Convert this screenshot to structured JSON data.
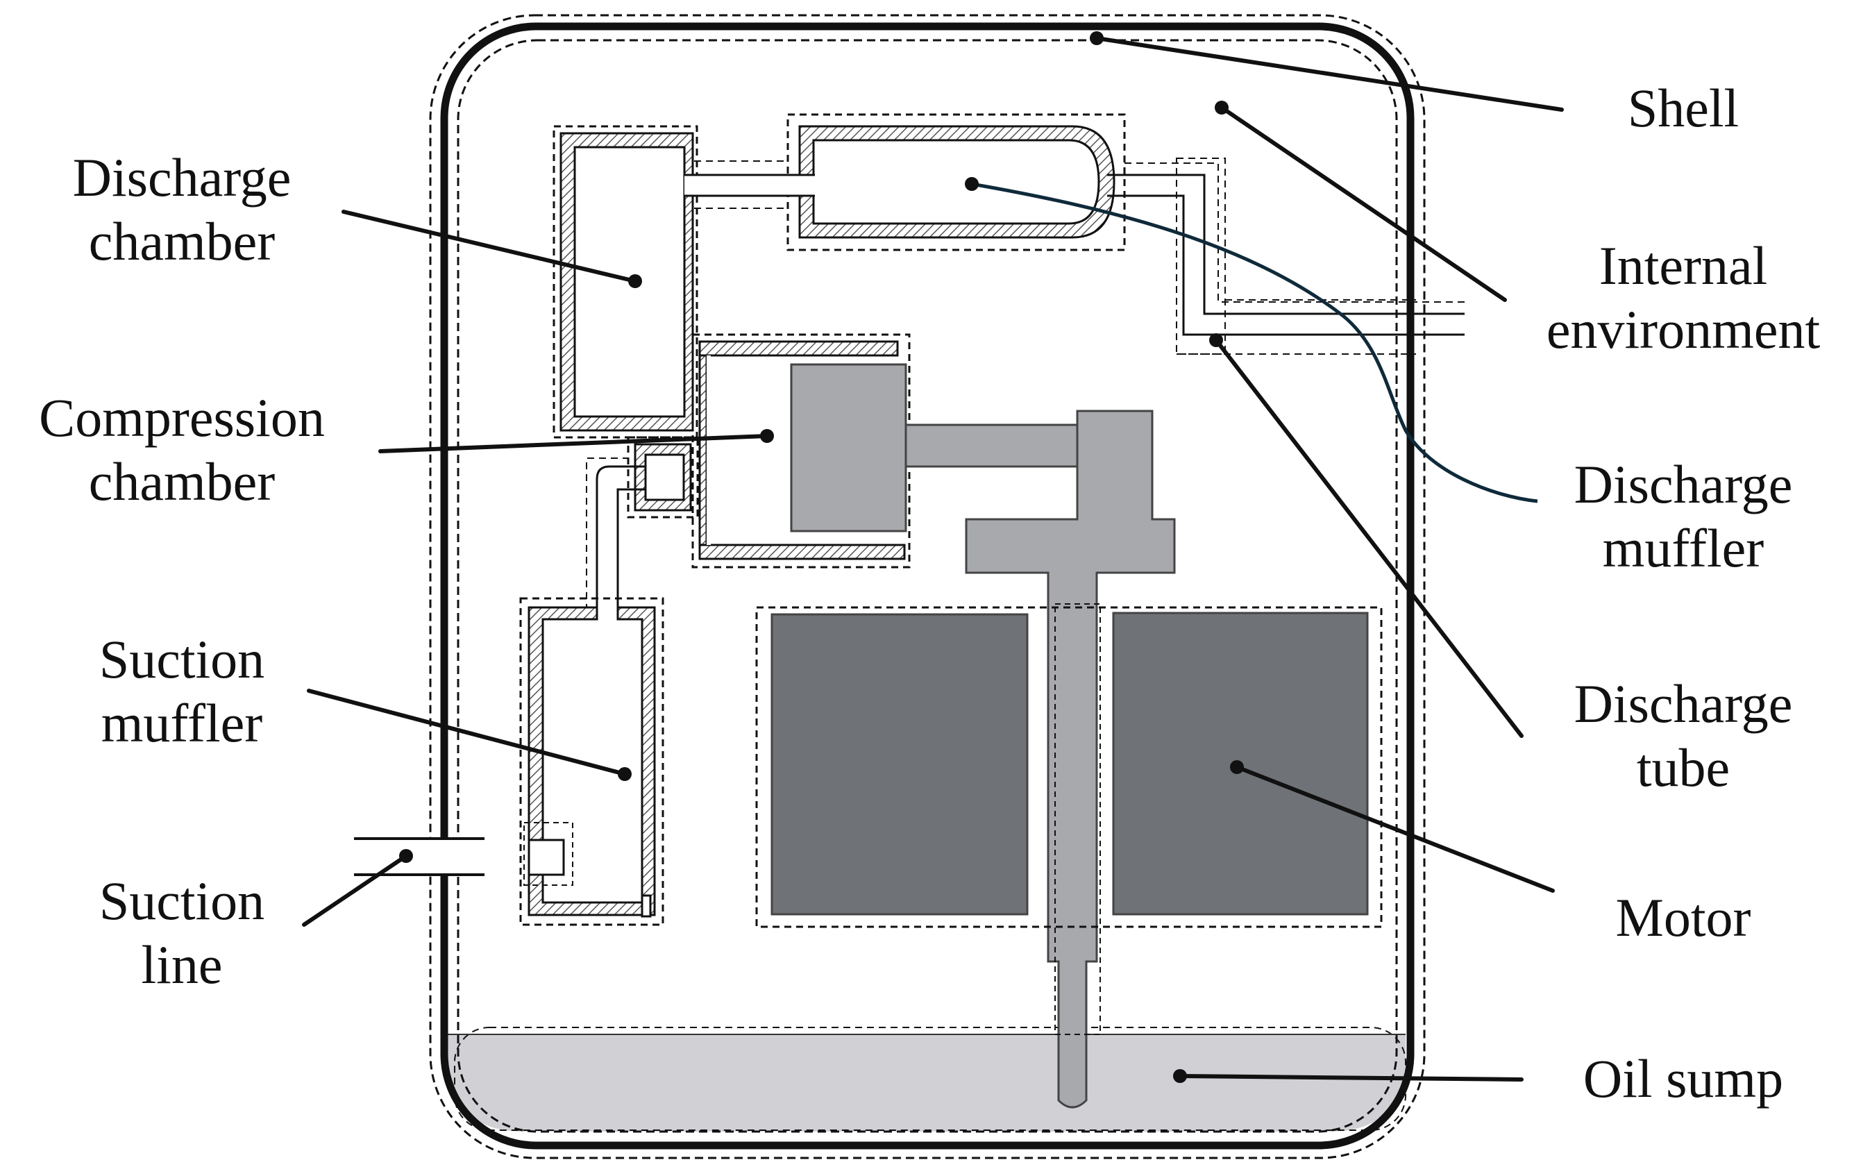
{
  "labels": {
    "discharge_chamber": [
      "Discharge",
      "chamber"
    ],
    "compression_chamber": [
      "Compression",
      "chamber"
    ],
    "suction_muffler": [
      "Suction",
      "muffler"
    ],
    "suction_line": [
      "Suction",
      "line"
    ],
    "shell": [
      "Shell"
    ],
    "internal_environment": [
      "Internal",
      "environment"
    ],
    "discharge_muffler": [
      "Discharge",
      "muffler"
    ],
    "discharge_tube": [
      "Discharge",
      "tube"
    ],
    "motor": [
      "Motor"
    ],
    "oil_sump": [
      "Oil sump"
    ]
  },
  "colors": {
    "outline": "#111111",
    "hatch": "#555555",
    "piston_gray": "#a7a9ad",
    "motor_gray": "#6f7276",
    "oil": "#d1d1d5",
    "discharge_tube_line": "#0f2a3a"
  }
}
